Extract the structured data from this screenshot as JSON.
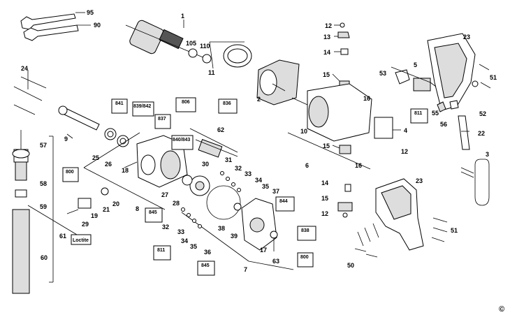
{
  "labels": {
    "l95": "95",
    "l90": "90",
    "l1": "1",
    "l105": "105",
    "l110": "110",
    "l11": "11",
    "l12a": "12",
    "l13": "13",
    "l14a": "14",
    "l15a": "15",
    "l16a": "16",
    "l53": "53",
    "l5": "5",
    "l23a": "23",
    "l51a": "51",
    "l52": "52",
    "l55": "55",
    "l56": "56",
    "l22": "22",
    "l3": "3",
    "l24": "24",
    "l2": "2",
    "l10": "10",
    "l4": "4",
    "l12b": "12",
    "l15b": "15",
    "l16b": "16",
    "l6": "6",
    "l9": "9",
    "l25": "25",
    "l26": "26",
    "l18": "18",
    "l62": "62",
    "l57": "57",
    "l58": "58",
    "l59": "59",
    "l60": "60",
    "l61": "61",
    "l29": "29",
    "l19": "19",
    "l21": "21",
    "l20": "20",
    "l8": "8",
    "l27": "27",
    "l28": "28",
    "l30": "30",
    "l31": "31",
    "l32a": "32",
    "l33a": "33",
    "l34a": "34",
    "l35a": "35",
    "l37": "37",
    "l32b": "32",
    "l33b": "33",
    "l34b": "34",
    "l35b": "35",
    "l36": "36",
    "l38": "38",
    "l39": "39",
    "l17": "17",
    "l7": "7",
    "l63": "63",
    "l14b": "14",
    "l15c": "15",
    "l12c": "12",
    "l23b": "23",
    "l51b": "51",
    "l50": "50"
  },
  "boxes": {
    "b841a": "841",
    "b839": "839/842",
    "b806": "806",
    "b836": "836",
    "b837": "837",
    "b840": "840/843",
    "b811a": "811",
    "b800a": "800",
    "b845a": "845",
    "b844": "844",
    "b838": "838",
    "b811b": "811",
    "b845b": "845",
    "b800b": "800",
    "loctite": "Loctite"
  },
  "copyright": "©"
}
